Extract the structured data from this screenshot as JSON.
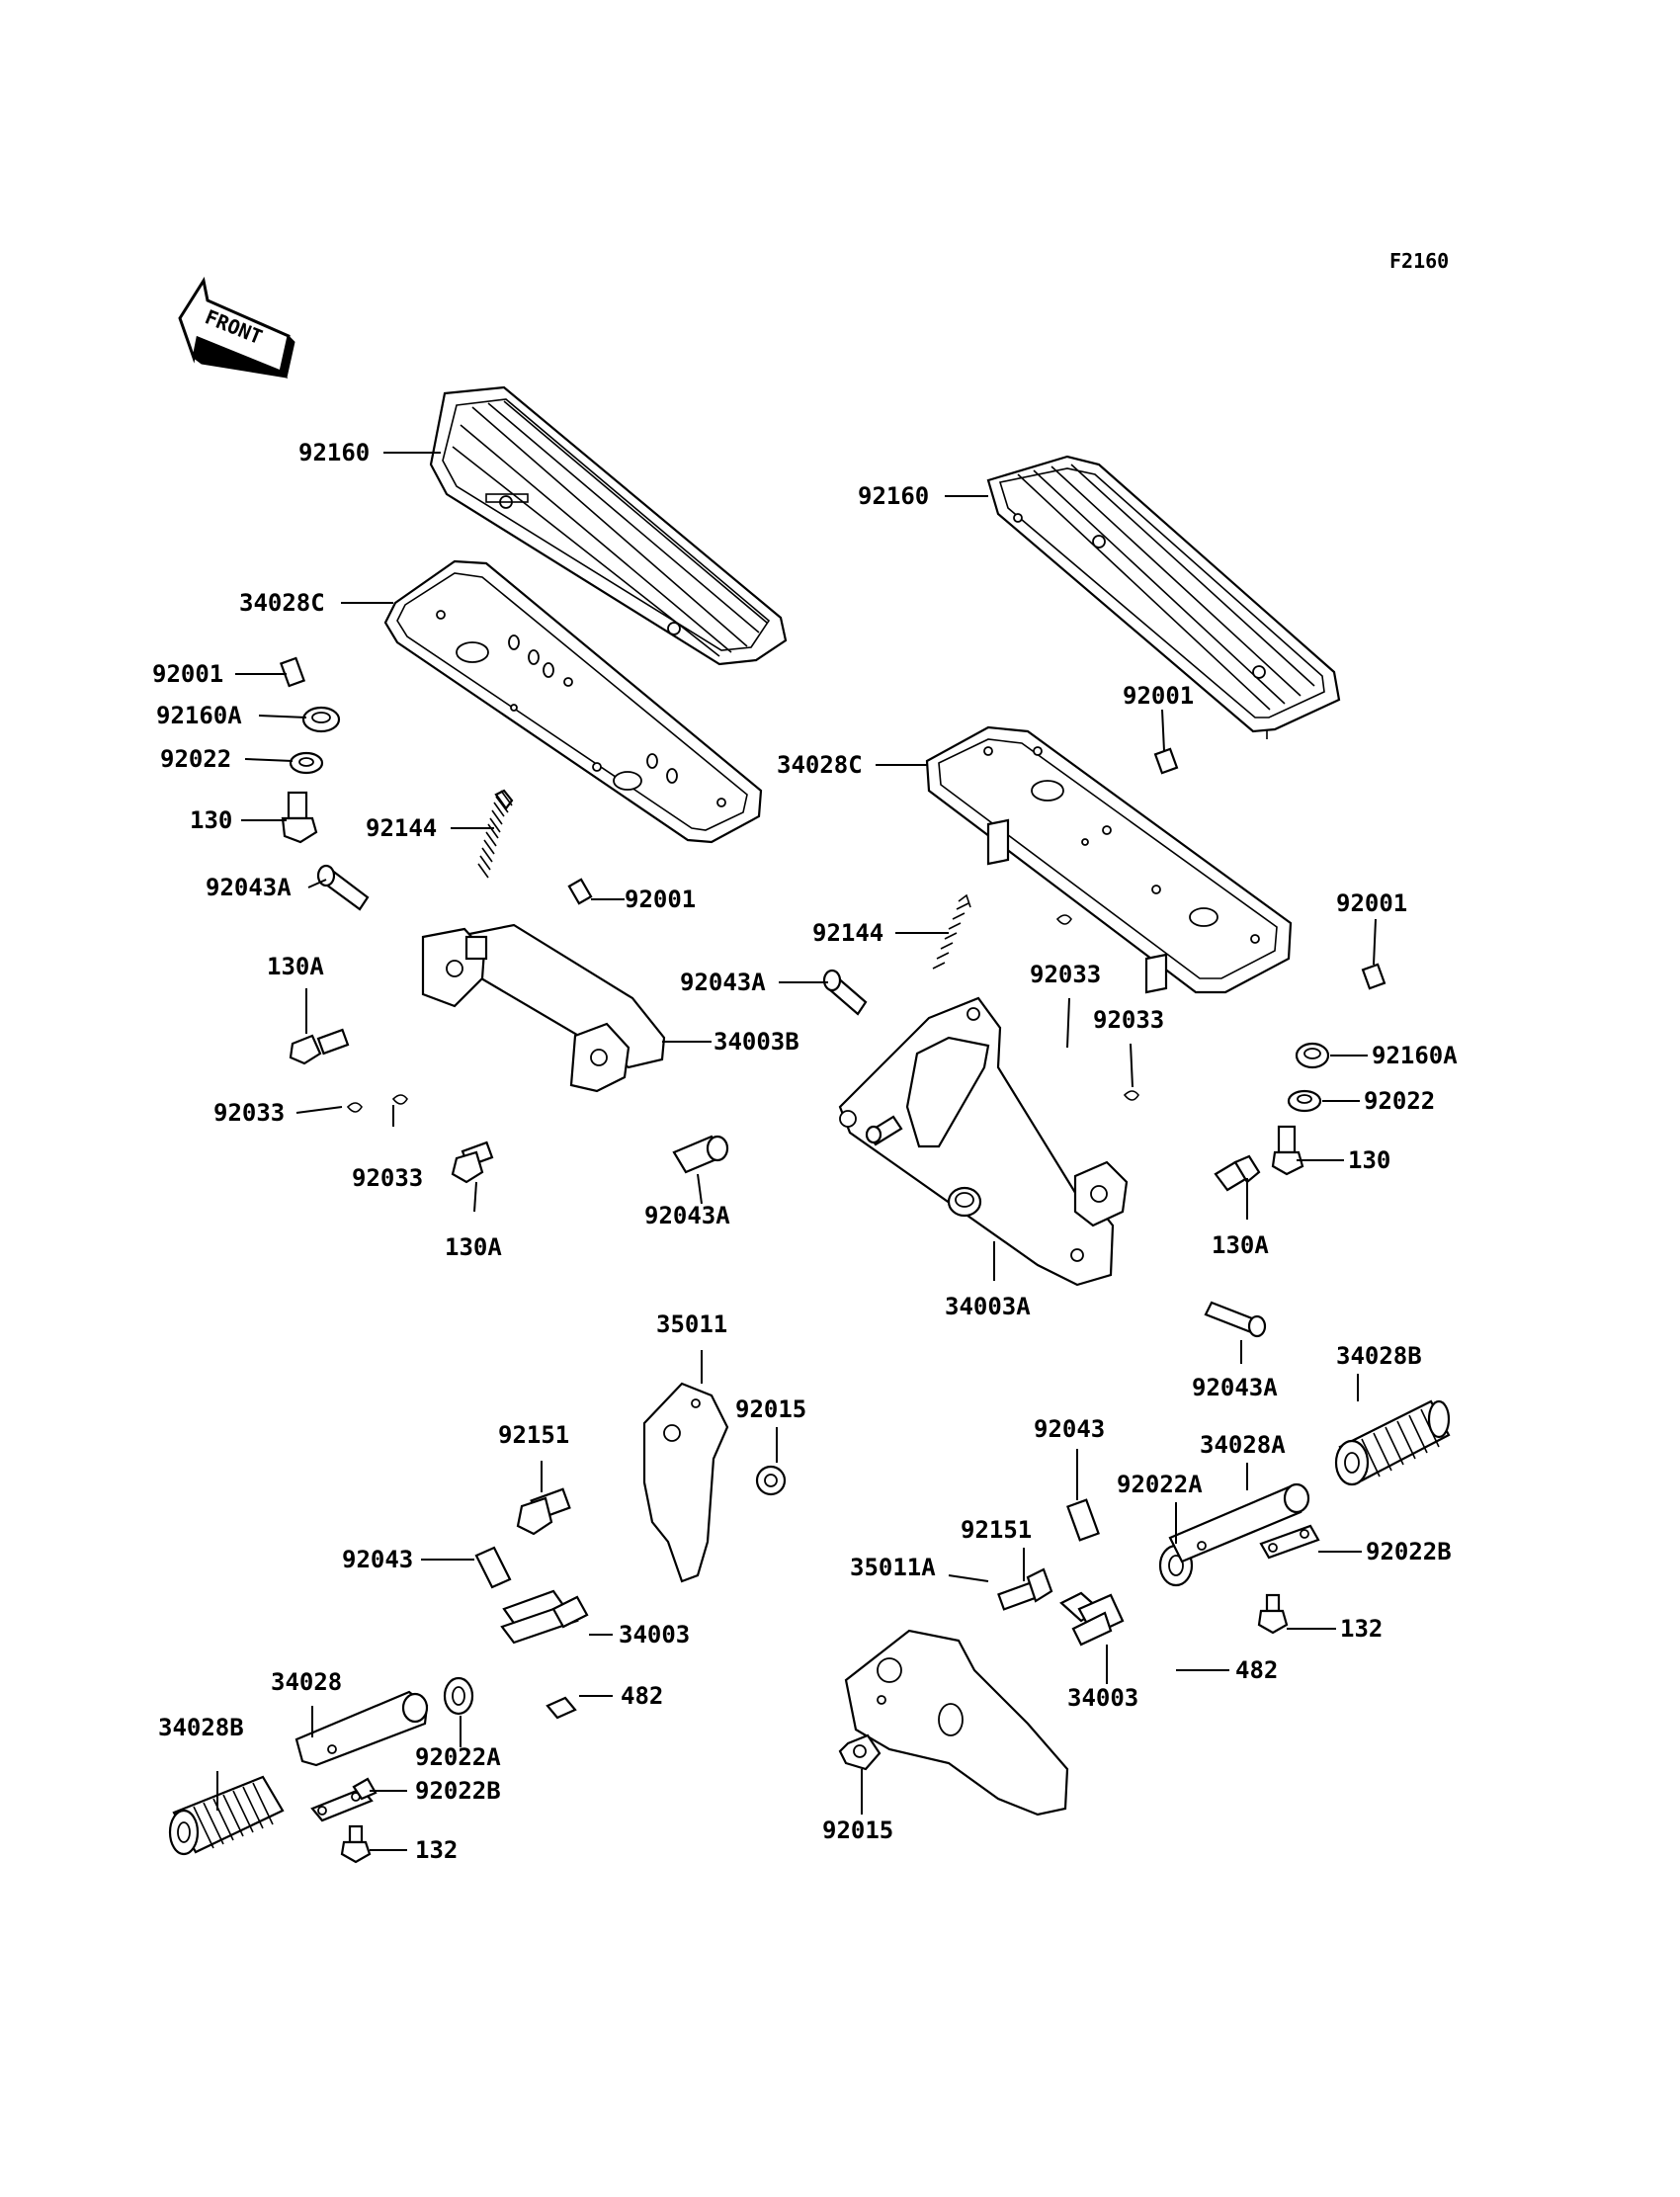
{
  "figure_code": "F2160",
  "front_indicator": "FRONT",
  "callouts": [
    {
      "id": "c01",
      "text": "92160"
    },
    {
      "id": "c02",
      "text": "34028C"
    },
    {
      "id": "c03",
      "text": "92001"
    },
    {
      "id": "c04",
      "text": "92160A"
    },
    {
      "id": "c05",
      "text": "92022"
    },
    {
      "id": "c06",
      "text": "130"
    },
    {
      "id": "c07",
      "text": "92144"
    },
    {
      "id": "c08",
      "text": "92043A"
    },
    {
      "id": "c09",
      "text": "92001"
    },
    {
      "id": "c10",
      "text": "130A"
    },
    {
      "id": "c11",
      "text": "34003B"
    },
    {
      "id": "c12",
      "text": "92033"
    },
    {
      "id": "c13",
      "text": "92033"
    },
    {
      "id": "c14",
      "text": "130A"
    },
    {
      "id": "c15",
      "text": "92043A"
    },
    {
      "id": "c16",
      "text": "92160"
    },
    {
      "id": "c17",
      "text": "92001"
    },
    {
      "id": "c18",
      "text": "34028C"
    },
    {
      "id": "c19",
      "text": "92144"
    },
    {
      "id": "c20",
      "text": "92043A"
    },
    {
      "id": "c21",
      "text": "92033"
    },
    {
      "id": "c22",
      "text": "92033"
    },
    {
      "id": "c23",
      "text": "92001"
    },
    {
      "id": "c24",
      "text": "92160A"
    },
    {
      "id": "c25",
      "text": "92022"
    },
    {
      "id": "c26",
      "text": "130"
    },
    {
      "id": "c27",
      "text": "130A"
    },
    {
      "id": "c28",
      "text": "34003A"
    },
    {
      "id": "c29",
      "text": "92043A"
    },
    {
      "id": "c30",
      "text": "35011"
    },
    {
      "id": "c31",
      "text": "92015"
    },
    {
      "id": "c32",
      "text": "92151"
    },
    {
      "id": "c33",
      "text": "92043"
    },
    {
      "id": "c34",
      "text": "34003"
    },
    {
      "id": "c35",
      "text": "482"
    },
    {
      "id": "c36",
      "text": "34028"
    },
    {
      "id": "c37",
      "text": "34028B"
    },
    {
      "id": "c38",
      "text": "92022A"
    },
    {
      "id": "c39",
      "text": "92022B"
    },
    {
      "id": "c40",
      "text": "132"
    },
    {
      "id": "c41",
      "text": "34028B"
    },
    {
      "id": "c42",
      "text": "92043"
    },
    {
      "id": "c43",
      "text": "34028A"
    },
    {
      "id": "c44",
      "text": "92022A"
    },
    {
      "id": "c45",
      "text": "92151"
    },
    {
      "id": "c46",
      "text": "92022B"
    },
    {
      "id": "c47",
      "text": "35011A"
    },
    {
      "id": "c48",
      "text": "132"
    },
    {
      "id": "c49",
      "text": "34003"
    },
    {
      "id": "c50",
      "text": "482"
    },
    {
      "id": "c51",
      "text": "92015"
    }
  ]
}
